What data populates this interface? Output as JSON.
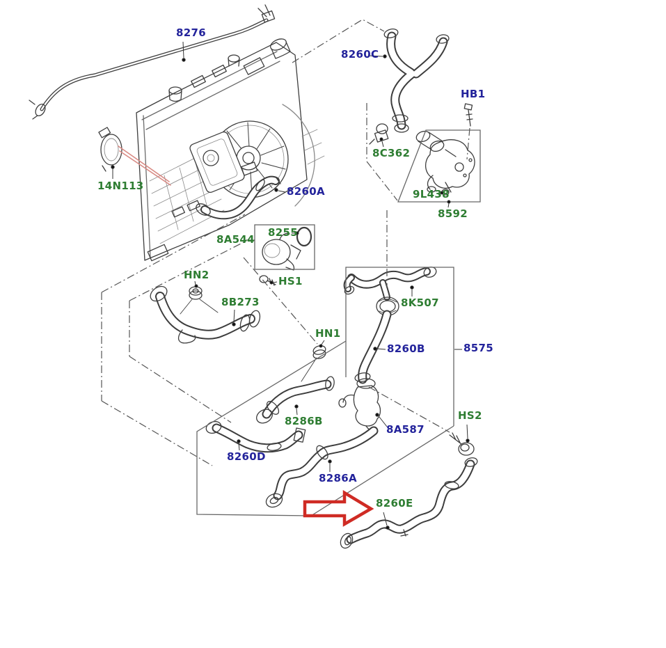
{
  "diagram": {
    "type": "exploded-parts-diagram",
    "subject": "engine cooling system - radiator, fan and coolant hoses",
    "background": "#ffffff",
    "highlighted_part": "8260E",
    "arrow_color": "#cf2b24"
  },
  "colors": {
    "part_ref_blue": "#23239b",
    "part_ref_green": "#2e7d32",
    "arrow_red": "#cf2b24",
    "line_art": "#3d3d3d",
    "red_leader": "#d98b85"
  },
  "group_boxes": [
    {
      "label": "8A544"
    },
    {
      "label": "8592"
    },
    {
      "label": "8575"
    }
  ],
  "labels": [
    {
      "id": "8276",
      "text": "8276",
      "color": "blue"
    },
    {
      "id": "14N113",
      "text": "14N113",
      "color": "green"
    },
    {
      "id": "8260A",
      "text": "8260A",
      "color": "blue"
    },
    {
      "id": "8260C",
      "text": "8260C",
      "color": "blue"
    },
    {
      "id": "HB1",
      "text": "HB1",
      "color": "blue"
    },
    {
      "id": "8C362",
      "text": "8C362",
      "color": "green"
    },
    {
      "id": "9L438",
      "text": "9L438",
      "color": "green"
    },
    {
      "id": "8592",
      "text": "8592",
      "color": "green"
    },
    {
      "id": "8A544",
      "text": "8A544",
      "color": "green"
    },
    {
      "id": "8255",
      "text": "8255",
      "color": "green"
    },
    {
      "id": "HS1",
      "text": "HS1",
      "color": "green"
    },
    {
      "id": "HN2",
      "text": "HN2",
      "color": "green"
    },
    {
      "id": "8B273",
      "text": "8B273",
      "color": "green"
    },
    {
      "id": "HN1",
      "text": "HN1",
      "color": "green"
    },
    {
      "id": "8K507",
      "text": "8K507",
      "color": "green"
    },
    {
      "id": "8260B",
      "text": "8260B",
      "color": "blue"
    },
    {
      "id": "8575",
      "text": "8575",
      "color": "blue"
    },
    {
      "id": "8286B",
      "text": "8286B",
      "color": "green"
    },
    {
      "id": "8A587",
      "text": "8A587",
      "color": "blue"
    },
    {
      "id": "HS2",
      "text": "HS2",
      "color": "green"
    },
    {
      "id": "8260D",
      "text": "8260D",
      "color": "blue"
    },
    {
      "id": "8286A",
      "text": "8286A",
      "color": "blue"
    },
    {
      "id": "8260E",
      "text": "8260E",
      "color": "green"
    }
  ]
}
